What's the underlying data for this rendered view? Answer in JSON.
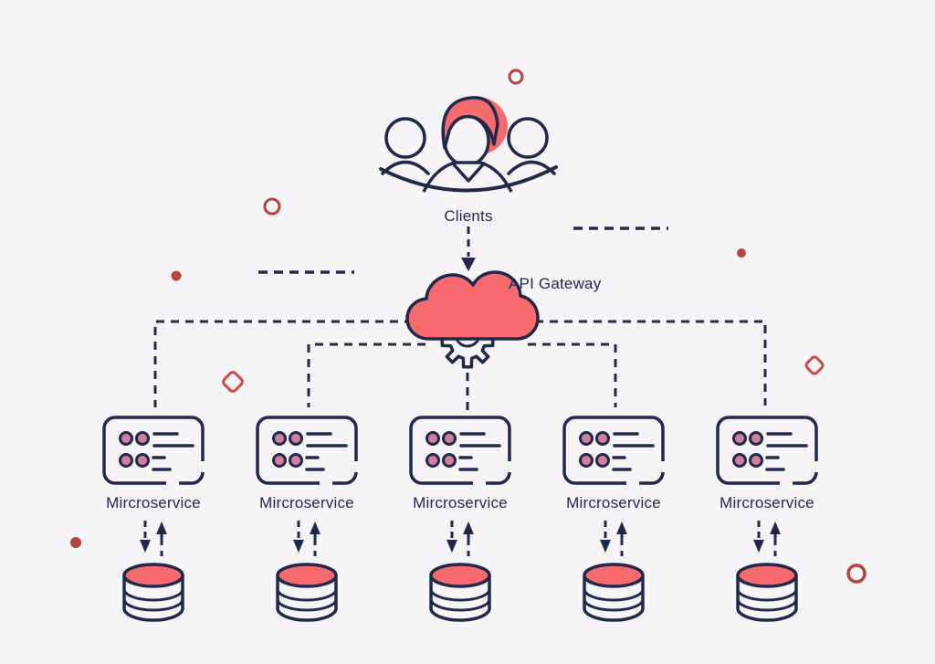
{
  "colors": {
    "background": "#f7f4f8",
    "navy": "#20294b",
    "coral": "#f76b6e",
    "pink": "#d47f9d",
    "red": "#b8443e",
    "red_diamond": "#d54a3e"
  },
  "clients": {
    "label": "Clients"
  },
  "api_gateway": {
    "label": "API Gateway"
  },
  "microservices": [
    {
      "label": "Mircroservice"
    },
    {
      "label": "Mircroservice"
    },
    {
      "label": "Mircroservice"
    },
    {
      "label": "Mircroservice"
    },
    {
      "label": "Mircroservice"
    }
  ],
  "database_count": 5
}
